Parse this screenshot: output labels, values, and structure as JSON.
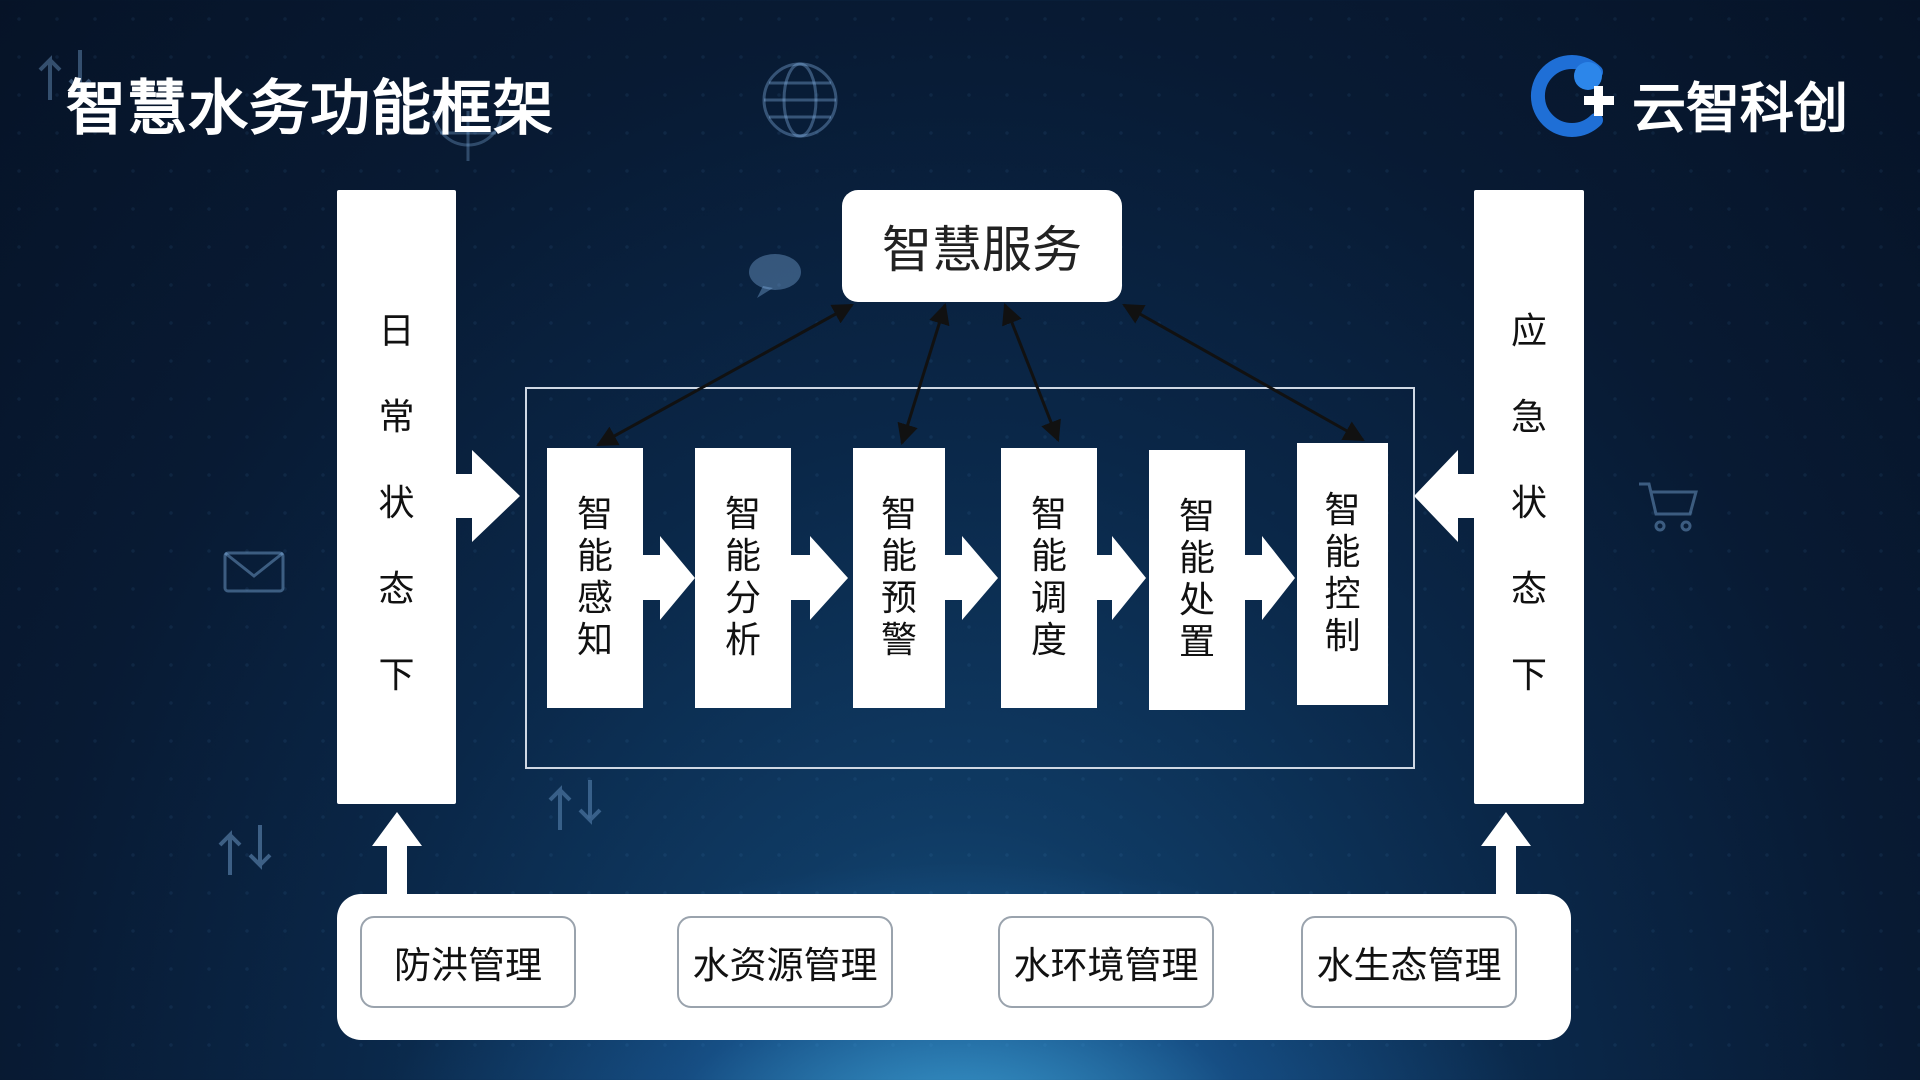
{
  "title": "智慧水务功能框架",
  "logo": {
    "text": "云智科创",
    "icon": "cloud-c-logo-icon",
    "color": "#1f6fd6"
  },
  "service": {
    "label": "智慧服务"
  },
  "left_panel": {
    "chars": [
      "日",
      "常",
      "状",
      "态",
      "下"
    ]
  },
  "right_panel": {
    "chars": [
      "应",
      "急",
      "状",
      "态",
      "下"
    ]
  },
  "steps": [
    {
      "chars": [
        "智",
        "能",
        "感",
        "知"
      ]
    },
    {
      "chars": [
        "智",
        "能",
        "分",
        "析"
      ]
    },
    {
      "chars": [
        "智",
        "能",
        "预",
        "警"
      ]
    },
    {
      "chars": [
        "智",
        "能",
        "调",
        "度"
      ]
    },
    {
      "chars": [
        "智",
        "能",
        "处",
        "置"
      ]
    },
    {
      "chars": [
        "智",
        "能",
        "控",
        "制"
      ]
    }
  ],
  "management": [
    "防洪管理",
    "水资源管理",
    "水环境管理",
    "水生态管理"
  ],
  "colors": {
    "background": "#0a2748",
    "box": "#ffffff",
    "arrow": "#111111"
  }
}
